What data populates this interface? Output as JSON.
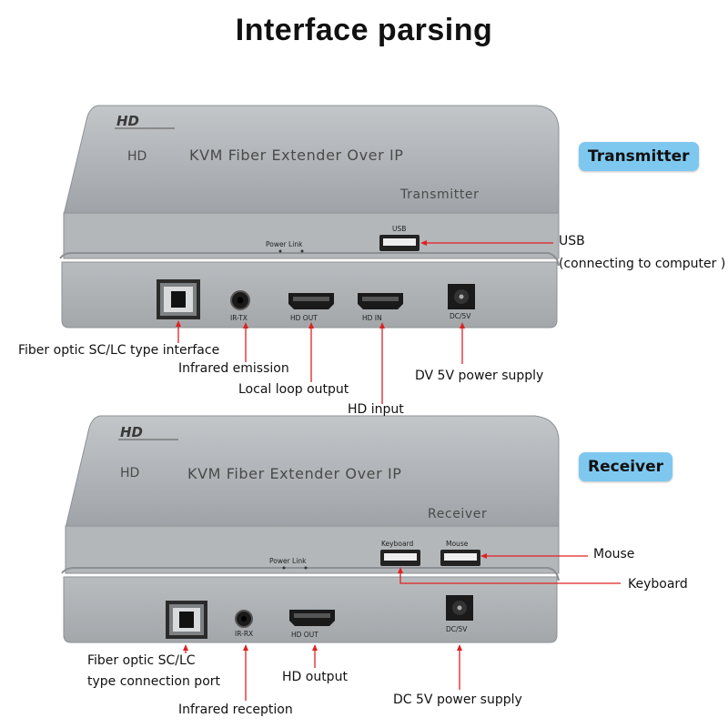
{
  "page": {
    "title": "Interface parsing"
  },
  "colors": {
    "badge": "#7ec8f0",
    "arrow": "#e02020",
    "device_body": "#b4b8bb"
  },
  "transmitter": {
    "badge": "Transmitter",
    "logo": "HD",
    "device_hd": "HD",
    "device_name": "KVM Fiber Extender Over IP",
    "device_role": "Transmitter",
    "led_labels": "Power  Link",
    "port_labels": {
      "usb": "USB",
      "ir": "IR-TX",
      "hd_out": "HD   OUT",
      "hd_in": "HD    IN",
      "dc": "DC/5V"
    },
    "callouts": {
      "usb": "USB",
      "usb_note": "(connecting to computer )",
      "fiber": "Fiber optic SC/LC type interface",
      "infrared": "Infrared emission",
      "loop": "Local loop output",
      "power": "DV 5V power supply",
      "hd_input": "HD input"
    }
  },
  "receiver": {
    "badge": "Receiver",
    "logo": "HD",
    "device_hd": "HD",
    "device_name": "KVM Fiber Extender Over IP",
    "device_role": "Receiver",
    "led_labels": "Power  Link",
    "port_labels": {
      "keyboard": "Keyboard",
      "mouse": "Mouse",
      "ir": "IR-RX",
      "hd_out": "HD   OUT",
      "dc": "DC/5V"
    },
    "callouts": {
      "mouse": "Mouse",
      "keyboard": "Keyboard",
      "fiber_line1": "Fiber optic SC/LC",
      "fiber_line2": "type connection port",
      "hd_output": "HD output",
      "infrared": "Infrared reception",
      "power": "DC 5V power supply"
    }
  }
}
